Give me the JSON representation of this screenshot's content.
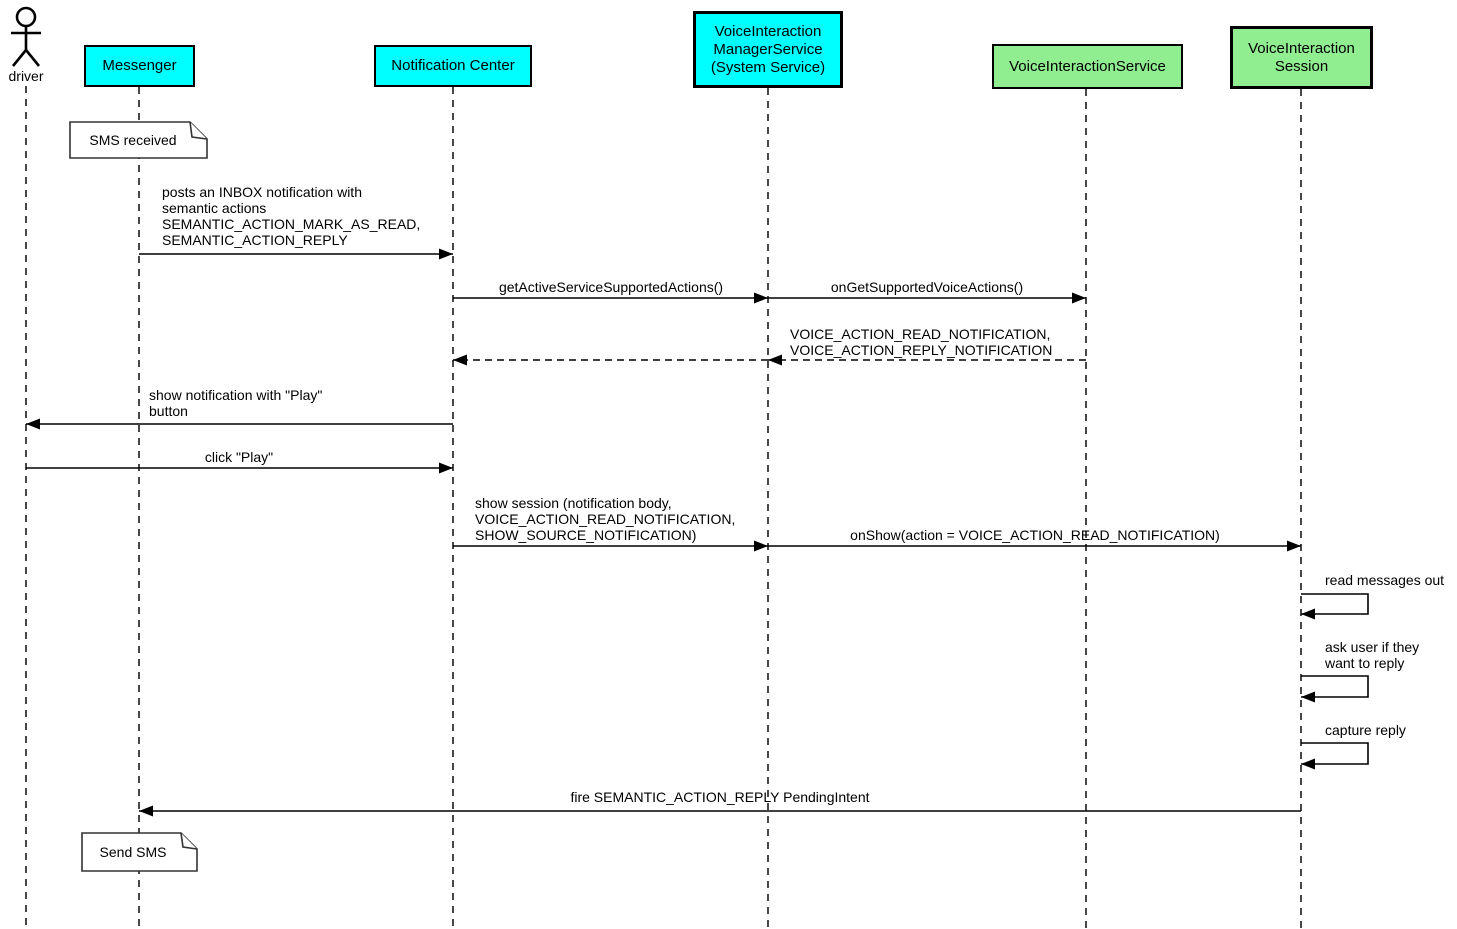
{
  "actor": {
    "name": "driver"
  },
  "participants": {
    "messenger": {
      "label": "Messenger",
      "color": "#00ffff"
    },
    "notification_center": {
      "label": "Notification Center",
      "color": "#00ffff"
    },
    "voice_interaction_manager_service": {
      "label": "VoiceInteraction\nManagerService\n(System Service)",
      "color": "#00ffff"
    },
    "voice_interaction_service": {
      "label": "VoiceInteractionService",
      "color": "#90ee90"
    },
    "voice_interaction_session": {
      "label": "VoiceInteraction\nSession",
      "color": "#90ee90"
    }
  },
  "notes": {
    "sms_received": "SMS received",
    "send_sms": "Send SMS"
  },
  "messages": {
    "posts_inbox": "posts an INBOX notification with\nsemantic actions\nSEMANTIC_ACTION_MARK_AS_READ,\nSEMANTIC_ACTION_REPLY",
    "get_active_service_supported_actions": "getActiveServiceSupportedActions()",
    "on_get_supported_voice_actions": "onGetSupportedVoiceActions()",
    "supported_actions_return": "VOICE_ACTION_READ_NOTIFICATION,\nVOICE_ACTION_REPLY_NOTIFICATION",
    "show_notification": "show notification with \"Play\"\nbutton",
    "click_play": "click \"Play\"",
    "show_session": "show session (notification body,\nVOICE_ACTION_READ_NOTIFICATION,\nSHOW_SOURCE_NOTIFICATION)",
    "on_show": "onShow(action = VOICE_ACTION_READ_NOTIFICATION)",
    "read_messages_out": "read messages out",
    "ask_user_reply": "ask user if they\nwant to reply",
    "capture_reply": "capture reply",
    "fire_reply": "fire SEMANTIC_ACTION_REPLY PendingIntent"
  },
  "colors": {
    "line": "#000000",
    "cyan_participant": "#00ffff",
    "green_participant": "#90ee90",
    "note_background": "#ffffff"
  }
}
